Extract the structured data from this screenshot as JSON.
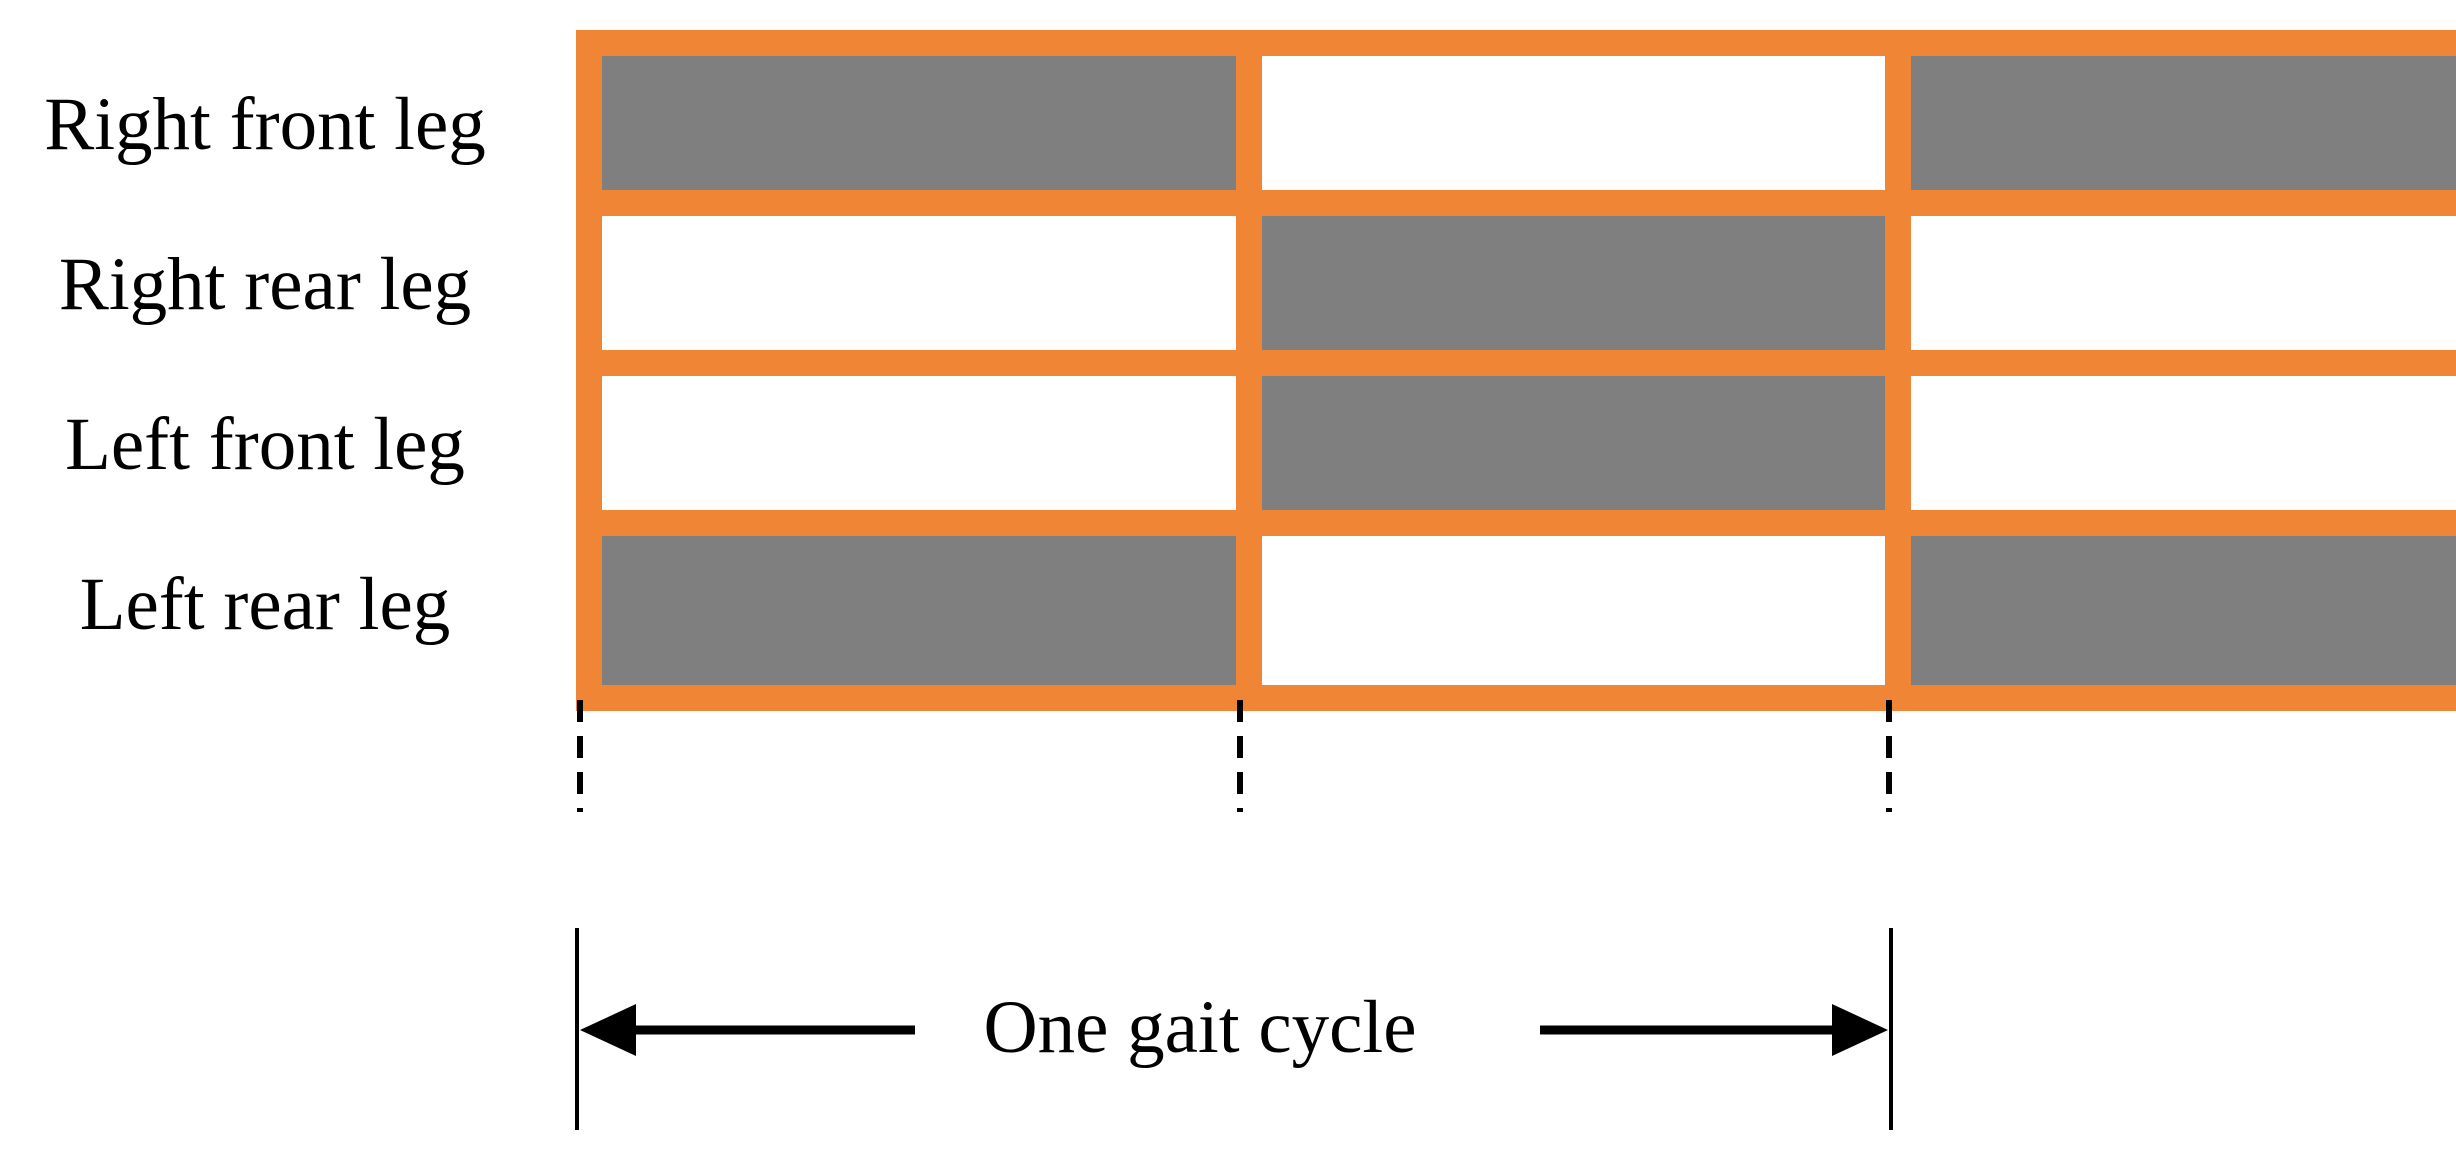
{
  "diagram": {
    "rows": [
      {
        "label": "Right front leg",
        "phases": [
          1,
          0,
          1
        ]
      },
      {
        "label": "Right rear leg",
        "phases": [
          0,
          1,
          0
        ]
      },
      {
        "label": "Left front leg",
        "phases": [
          0,
          1,
          0
        ]
      },
      {
        "label": "Left rear leg",
        "phases": [
          1,
          0,
          1
        ]
      }
    ],
    "cycle_label": "One gait cycle",
    "colors": {
      "grid": "#F08536",
      "stance_fill": "#7F7F7F",
      "swing_fill": "#FFFFFF",
      "ink": "#000000"
    }
  }
}
